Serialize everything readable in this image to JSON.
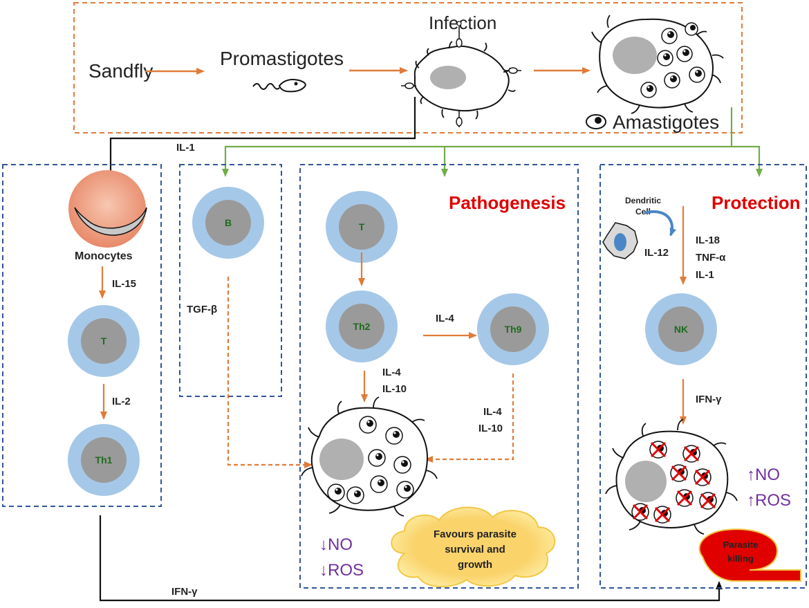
{
  "top": {
    "sandfly": "Sandfly",
    "promastigotes": "Promastigotes",
    "infection": "Infection",
    "amastigotes": "Amastigotes"
  },
  "links": {
    "il1_left": "IL-1",
    "ifn_bottom": "IFN-γ"
  },
  "panel_monocyte": {
    "monocytes": "Monocytes",
    "il15": "IL-15",
    "t_cell": "T",
    "il2": "IL-2",
    "th1_cell": "Th1"
  },
  "panel_b": {
    "b_cell": "B",
    "tgf": "TGF-β"
  },
  "panel_pathogenesis": {
    "title": "Pathogenesis",
    "t_cell": "T",
    "th2_cell": "Th2",
    "il4_arrow": "IL-4",
    "th9_cell": "Th9",
    "il4_left": "IL-4",
    "il10_left": "IL-10",
    "il4_right": "IL-4",
    "il10_right": "IL-10",
    "no_label": "↓NO",
    "ros_label": "↓ROS",
    "cloud_line1": "Favours parasite",
    "cloud_line2": "survival and",
    "cloud_line3": "growth"
  },
  "panel_protection": {
    "title": "Protection",
    "dendritic_line1": "Dendritic",
    "dendritic_line2": "Cell",
    "il12": "IL-12",
    "il18": "IL-18",
    "tnf": "TNF-α",
    "il1": "IL-1",
    "nk_cell": "NK",
    "ifn": "IFN-γ",
    "no_label": "↑NO",
    "ros_label": "↑ROS",
    "killing_line1": "Parasite",
    "killing_line2": "killing"
  },
  "colors": {
    "orange_arrow": "#E07B39",
    "green_arrow": "#70AD47",
    "blue_dash": "#2F5597",
    "orange_dash": "#C55A11",
    "cell_outer": "#A6C8E8",
    "cell_inner": "#9A9A9A",
    "cell_label": "#1E6B1E",
    "title_red": "#E00000",
    "no_ros_purple": "#7030A0",
    "killing_red": "#E00000",
    "cloud_fill": "#FAD36B"
  }
}
